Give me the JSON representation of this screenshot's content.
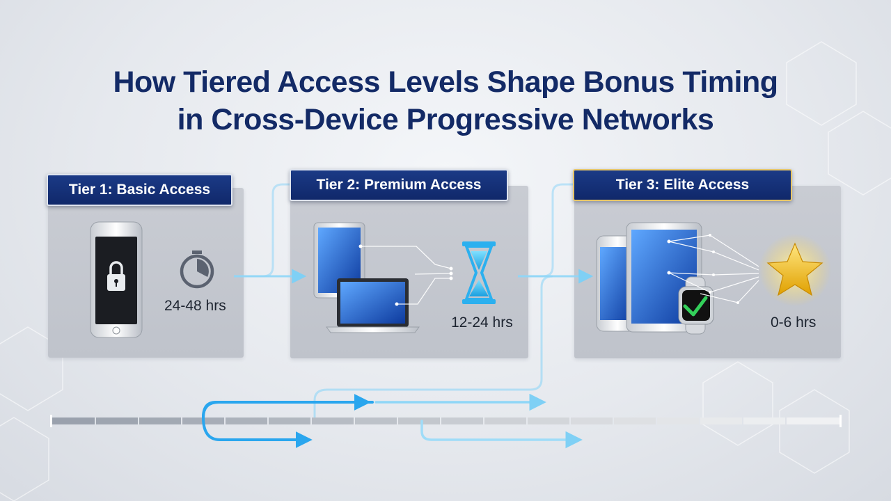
{
  "title": {
    "line1": "How Tiered Access Levels Shape Bonus Timing",
    "line2": "in Cross-Device Progressive Networks"
  },
  "tiers": [
    {
      "label": "Tier 1: Basic Access",
      "time": "24-48 hrs",
      "icons": [
        "smartphone-icon",
        "lock-icon",
        "stopwatch-icon"
      ]
    },
    {
      "label": "Tier 2: Premium Access",
      "time": "12-24 hrs",
      "icons": [
        "tablet-icon",
        "laptop-icon",
        "hourglass-icon"
      ]
    },
    {
      "label": "Tier 3: Elite Access",
      "time": "0-6 hrs",
      "icons": [
        "smartphone-icon",
        "tablet-icon",
        "smartwatch-icon",
        "checkmark-icon",
        "star-icon"
      ]
    }
  ],
  "colors": {
    "title": "#132a66",
    "label_bg": "#10286a",
    "flow_arrow": "#3fb3f0",
    "elite_border": "#e8c76a",
    "star": "#f5c518"
  }
}
